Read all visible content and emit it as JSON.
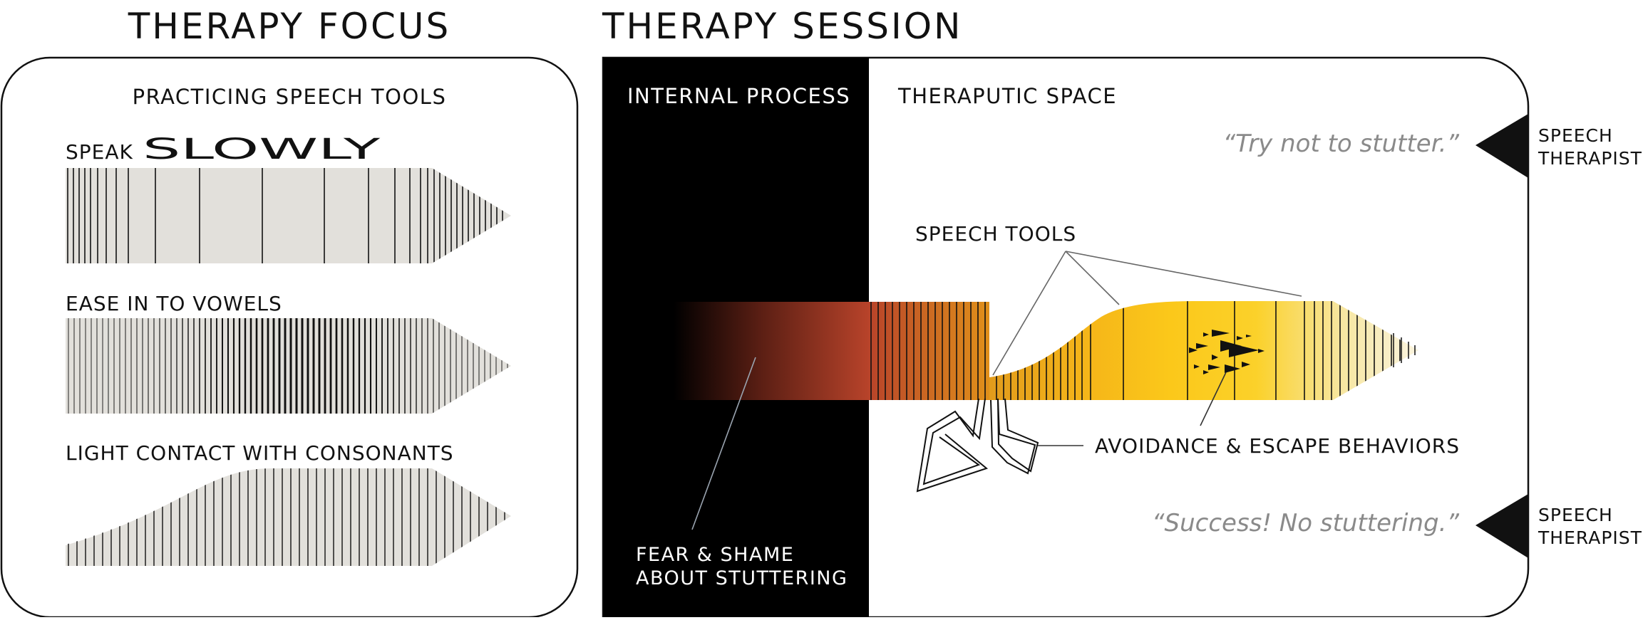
{
  "focus": {
    "title": "THERAPY FOCUS",
    "subtitle": "PRACTICING SPEECH TOOLS",
    "tools": [
      {
        "prefix": "SPEAK",
        "emphasis": "SLOWLY"
      },
      {
        "prefix": "EASE IN TO VOWELS",
        "emphasis": ""
      },
      {
        "prefix": "LIGHT CONTACT WITH CONSONANTS",
        "emphasis": ""
      }
    ]
  },
  "session": {
    "title": "THERAPY SESSION",
    "internal_label": "INTERNAL PROCESS",
    "space_label": "THERAPUTIC SPACE",
    "speech_tools": "SPEECH TOOLS",
    "avoidance": "AVOIDANCE & ESCAPE BEHAVIORS",
    "fear_line1": "FEAR & SHAME",
    "fear_line2": "ABOUT STUTTERING",
    "quote_top": "“Try not to stutter.”",
    "quote_bottom": "“Success! No stuttering.”",
    "therapist_line1": "SPEECH",
    "therapist_line2": "THERAPIST"
  },
  "colors": {
    "bar_fill": "#e2e0db",
    "panel_dark": "#000000",
    "quote_gray": "#8a8a8a",
    "fear_red": "#b8432a",
    "tool_orange": "#e0901a",
    "tool_yellow": "#fbc81a",
    "fade_cream": "#f7eeb7"
  },
  "icons": {
    "therapist": "speech-therapist-triangle-icon",
    "fluency": "small-arrowhead-swarm-icon"
  }
}
